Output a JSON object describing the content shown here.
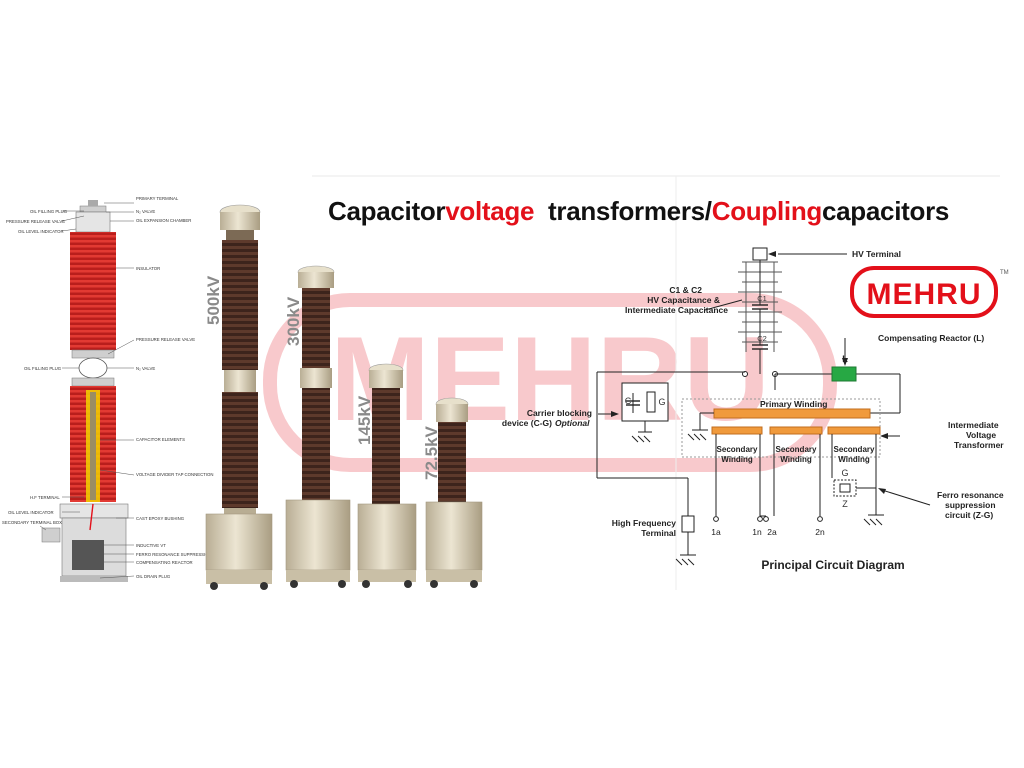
{
  "title": {
    "parts": [
      {
        "text": "Capacitor",
        "color": "#111111"
      },
      {
        "text": "voltage",
        "color": "#e3101a"
      },
      {
        "text": "  transformers/",
        "color": "#111111"
      },
      {
        "text": "Coupling",
        "color": "#e3101a"
      },
      {
        "text": "capacitors",
        "color": "#111111"
      }
    ]
  },
  "brand": {
    "logo_text": "MEHRU",
    "tm": "TM",
    "watermark": "MEHRU",
    "accent": "#e3101a"
  },
  "cutaway": {
    "labels": {
      "oil_filling_plug_top": "OIL FILLING PLUG",
      "primary_terminal": "PRIMARY TERMINAL",
      "pressure_release_valve_top": "PRESSURE RELEASE VALVE",
      "n2_valve_top": "N₂ VALVE",
      "oil_expansion_chamber": "OIL EXPANSION CHAMBER",
      "oil_level_indicator_top": "OIL LEVEL INDICATOR",
      "insulator": "INSULATOR",
      "pressure_release_valve_mid": "PRESSURE RELEASE VALVE",
      "oil_filling_plug_mid": "OIL FILLING PLUG",
      "n2_valve_mid": "N₂ VALVE",
      "capacitor_elements": "CAPACITOR ELEMENTS",
      "voltage_divider_tap": "VOLTAGE DIVIDER TAP CONNECTION",
      "hf_terminal": "H.F TERMINAL",
      "oil_level_indicator_bottom": "OIL LEVEL INDICATOR",
      "secondary_terminal_box": "SECONDARY TERMINAL BOX",
      "cast_epoxy_bushing": "CAST EPOXY BUSHING",
      "inductive_vt": "INDUCTIVE VT",
      "ferro_resonance": "FERRO RESONANCE SUPPRESSION CIRCUIT",
      "compensating_reactor": "COMPENSATING REACTOR",
      "oil_drain_plug": "OIL DRAIN PLUG"
    }
  },
  "products": [
    {
      "rating": "500kV"
    },
    {
      "rating": "300kV"
    },
    {
      "rating": "145kV"
    },
    {
      "rating": "72.5kV"
    }
  ],
  "circuit": {
    "hv_terminal": "HV Terminal",
    "c1c2_line1": "C1 & C2",
    "c1c2_line2": "HV Capacitance &",
    "c1c2_line3": "Intermediate Capacitance",
    "c1": "C1",
    "c2": "C2",
    "compensating_reactor": "Compensating Reactor (L)",
    "l": "L",
    "carrier_line1": "Carrier blocking",
    "carrier_line2": "device (C-G)",
    "optional": "Optional",
    "c": "C",
    "g": "G",
    "primary_winding": "Primary Winding",
    "secondary_line1": "Secondary",
    "secondary_line2": "Winding",
    "ivt_line1": "Intermediate",
    "ivt_line2": "Voltage",
    "ivt_line3": "Transformer",
    "ferro_line1": "Ferro resonance",
    "ferro_line2": "suppression",
    "ferro_line3": "circuit (Z-G)",
    "fg": "G",
    "fz": "Z",
    "hf_line1": "High Frequency",
    "hf_line2": "Terminal",
    "t1a": "1a",
    "t1n": "1n",
    "t2a": "2a",
    "t2n": "2n",
    "caption": "Principal Circuit Diagram"
  },
  "colors": {
    "red": "#e3101a",
    "insulator_red": "#d42a26",
    "porcelain_brown": "#4a2c22",
    "cream": "#ddd4bc",
    "winding_orange": "#f09a3c",
    "reactor_green": "#27a844"
  }
}
